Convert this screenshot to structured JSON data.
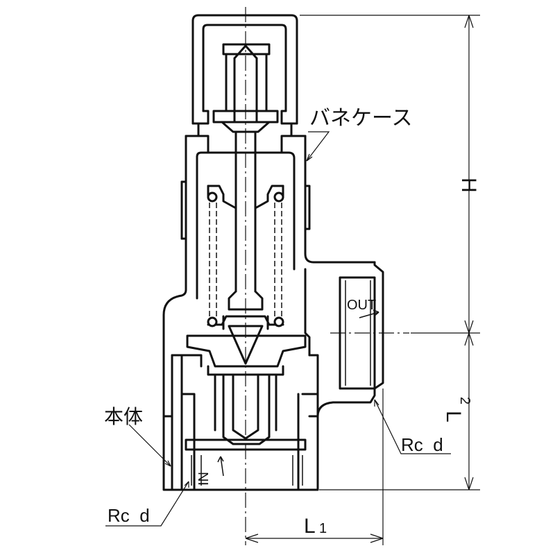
{
  "labels": {
    "spring_case": "バネケース",
    "body": "本体",
    "out": "OUT",
    "in": "IN",
    "rc_outlet": "Rc  d",
    "rc_inlet": "Rc  d"
  },
  "dimensions": {
    "height": "H",
    "l1": "L",
    "l1_sub": "1",
    "l2": "L",
    "l2_sub": "2"
  }
}
